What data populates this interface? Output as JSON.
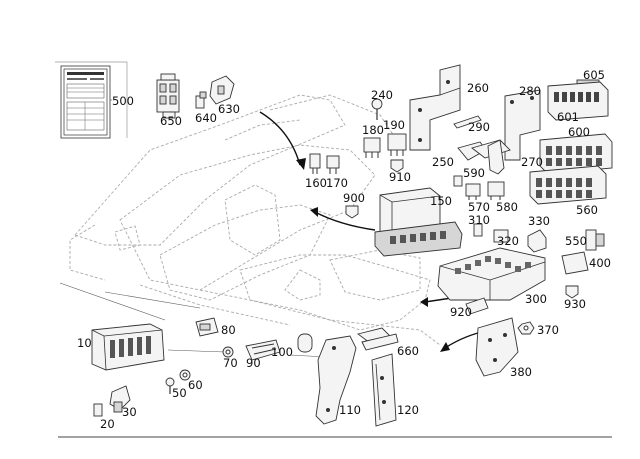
{
  "callouts": {
    "c10": "10",
    "c20": "20",
    "c30": "30",
    "c50": "50",
    "c60": "60",
    "c70": "70",
    "c80": "80",
    "c90": "90",
    "c100": "100",
    "c110": "110",
    "c120": "120",
    "c150": "150",
    "c160": "160",
    "c170": "170",
    "c180": "180",
    "c190": "190",
    "c240": "240",
    "c250": "250",
    "c260": "260",
    "c270": "270",
    "c280": "280",
    "c290": "290",
    "c300": "300",
    "c310": "310",
    "c320": "320",
    "c330": "330",
    "c370": "370",
    "c380": "380",
    "c400": "400",
    "c500": "500",
    "c550": "550",
    "c560": "560",
    "c570": "570",
    "c580": "580",
    "c590": "590",
    "c600": "600",
    "c601": "601",
    "c605": "605",
    "c630": "630",
    "c640": "640",
    "c650": "650",
    "c660": "660",
    "c900": "900",
    "c910": "910",
    "c920": "920",
    "c930": "930"
  }
}
